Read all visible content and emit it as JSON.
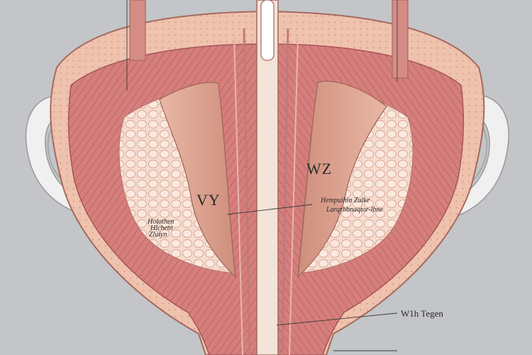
{
  "colors": {
    "background": "#c3c5c8",
    "muscle": "#d9837f",
    "muscle_dark": "#b85d5f",
    "skin": "#efc2ad",
    "cavity": "#dca592",
    "fat_tissue": "#f6dccf",
    "ear": "#eeeeee",
    "septum": "#f3e3d8"
  },
  "labels": {
    "left_region": "VY",
    "right_region": "WZ",
    "right_annotation_line1": "Hempuihin Zulke",
    "right_annotation_line2": "Larqrbbnaqtor-lbne",
    "left_annotation_line1": "Holothen",
    "left_annotation_line2": "Hlchetn",
    "left_annotation_line3": "Zluiyn",
    "bottom_right": "W1h Tegen"
  }
}
